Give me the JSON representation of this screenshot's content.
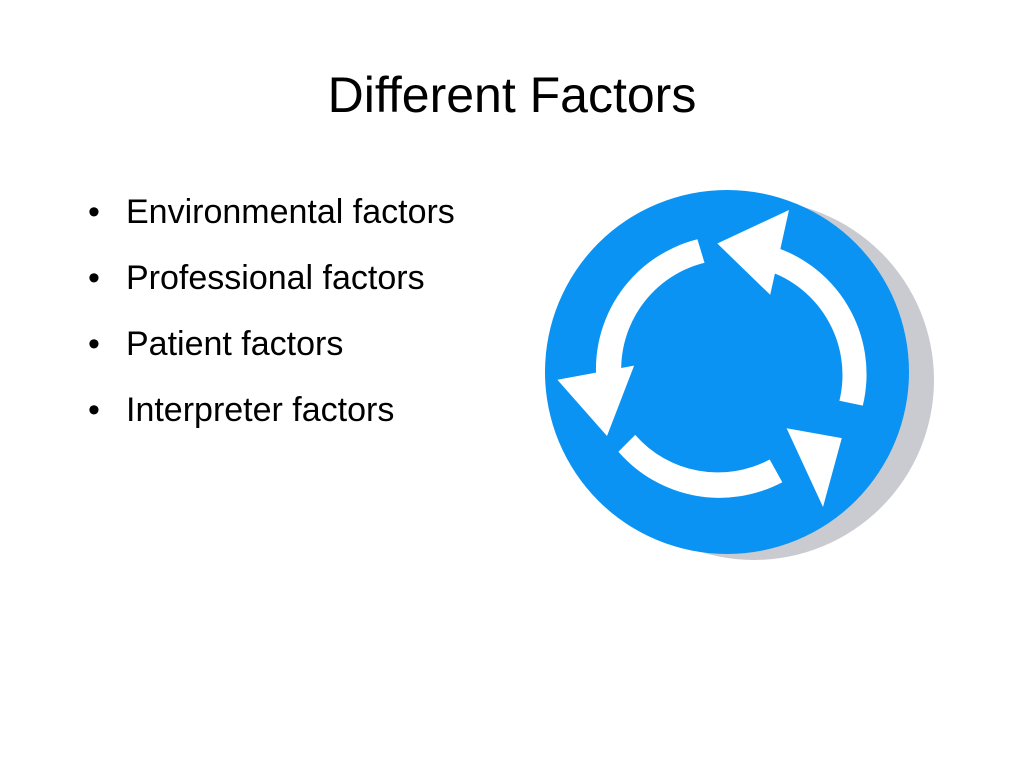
{
  "slide": {
    "title": "Different Factors",
    "bullets": [
      "Environmental factors",
      "Professional factors",
      "Patient factors",
      "Interpreter factors"
    ],
    "bullet_glyph": "•"
  },
  "graphic": {
    "icon": "cycle-arrows-icon",
    "circle_color": "#0a93f3",
    "shadow_color": "#c9cbd0",
    "arrow_color": "#ffffff"
  }
}
